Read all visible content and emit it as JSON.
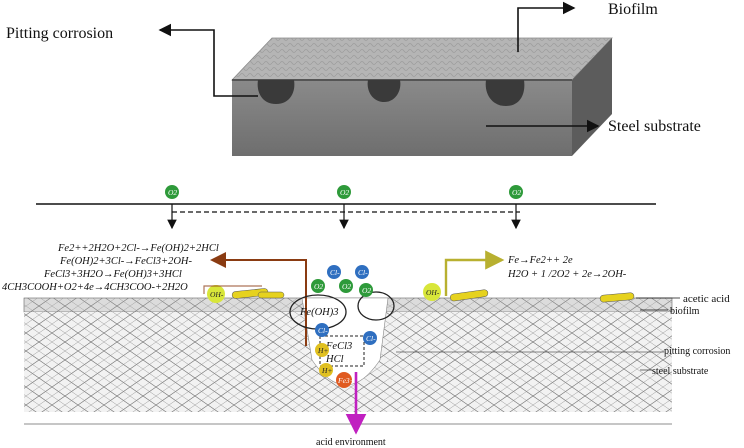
{
  "top_labels": {
    "pitting": "Pitting corrosion",
    "biofilm": "Biofilm",
    "steel": "Steel substrate"
  },
  "oxygen_label": "O2",
  "left_equations": [
    "Fe2++2H2O+2Cl-→Fe(OH)2+2HCl",
    "Fe(OH)2+3Cl-→FeCl3+2OH-",
    "FeCl3+3H2O→Fe(OH)3+3HCl",
    "4CH3COOH+O2+4e→4CH3COO-+2H2O"
  ],
  "right_equations": [
    "Fe→Fe2++ 2e",
    "H2O + 1 /2O2 + 2e→2OH-"
  ],
  "side_labels": {
    "acetic_acid": "acetic acid",
    "biofilm": "biofilm",
    "pitting": "pitting corrosion",
    "steel": "steel substrate"
  },
  "bottom_label": "acid environment",
  "ions": {
    "cl": "Cl-",
    "o2": "O2",
    "oh": "OH-",
    "h": "H+",
    "fe": "Fe3+",
    "feoh3": "Fe(OH)3",
    "fecl3": "FeCl3",
    "hcl": "HCl"
  },
  "colors": {
    "oxygen": "#2e9a3a",
    "chloride": "#2f6fc0",
    "hydroxide": "#d8e63a",
    "hydrogen": "#e0c020",
    "iron": "#e05a20",
    "brown_arrow": "#8a3b12",
    "olive_arrow": "#b8b030",
    "acid_arrow": "#c020c0",
    "bacteria": "#e6d21e"
  }
}
